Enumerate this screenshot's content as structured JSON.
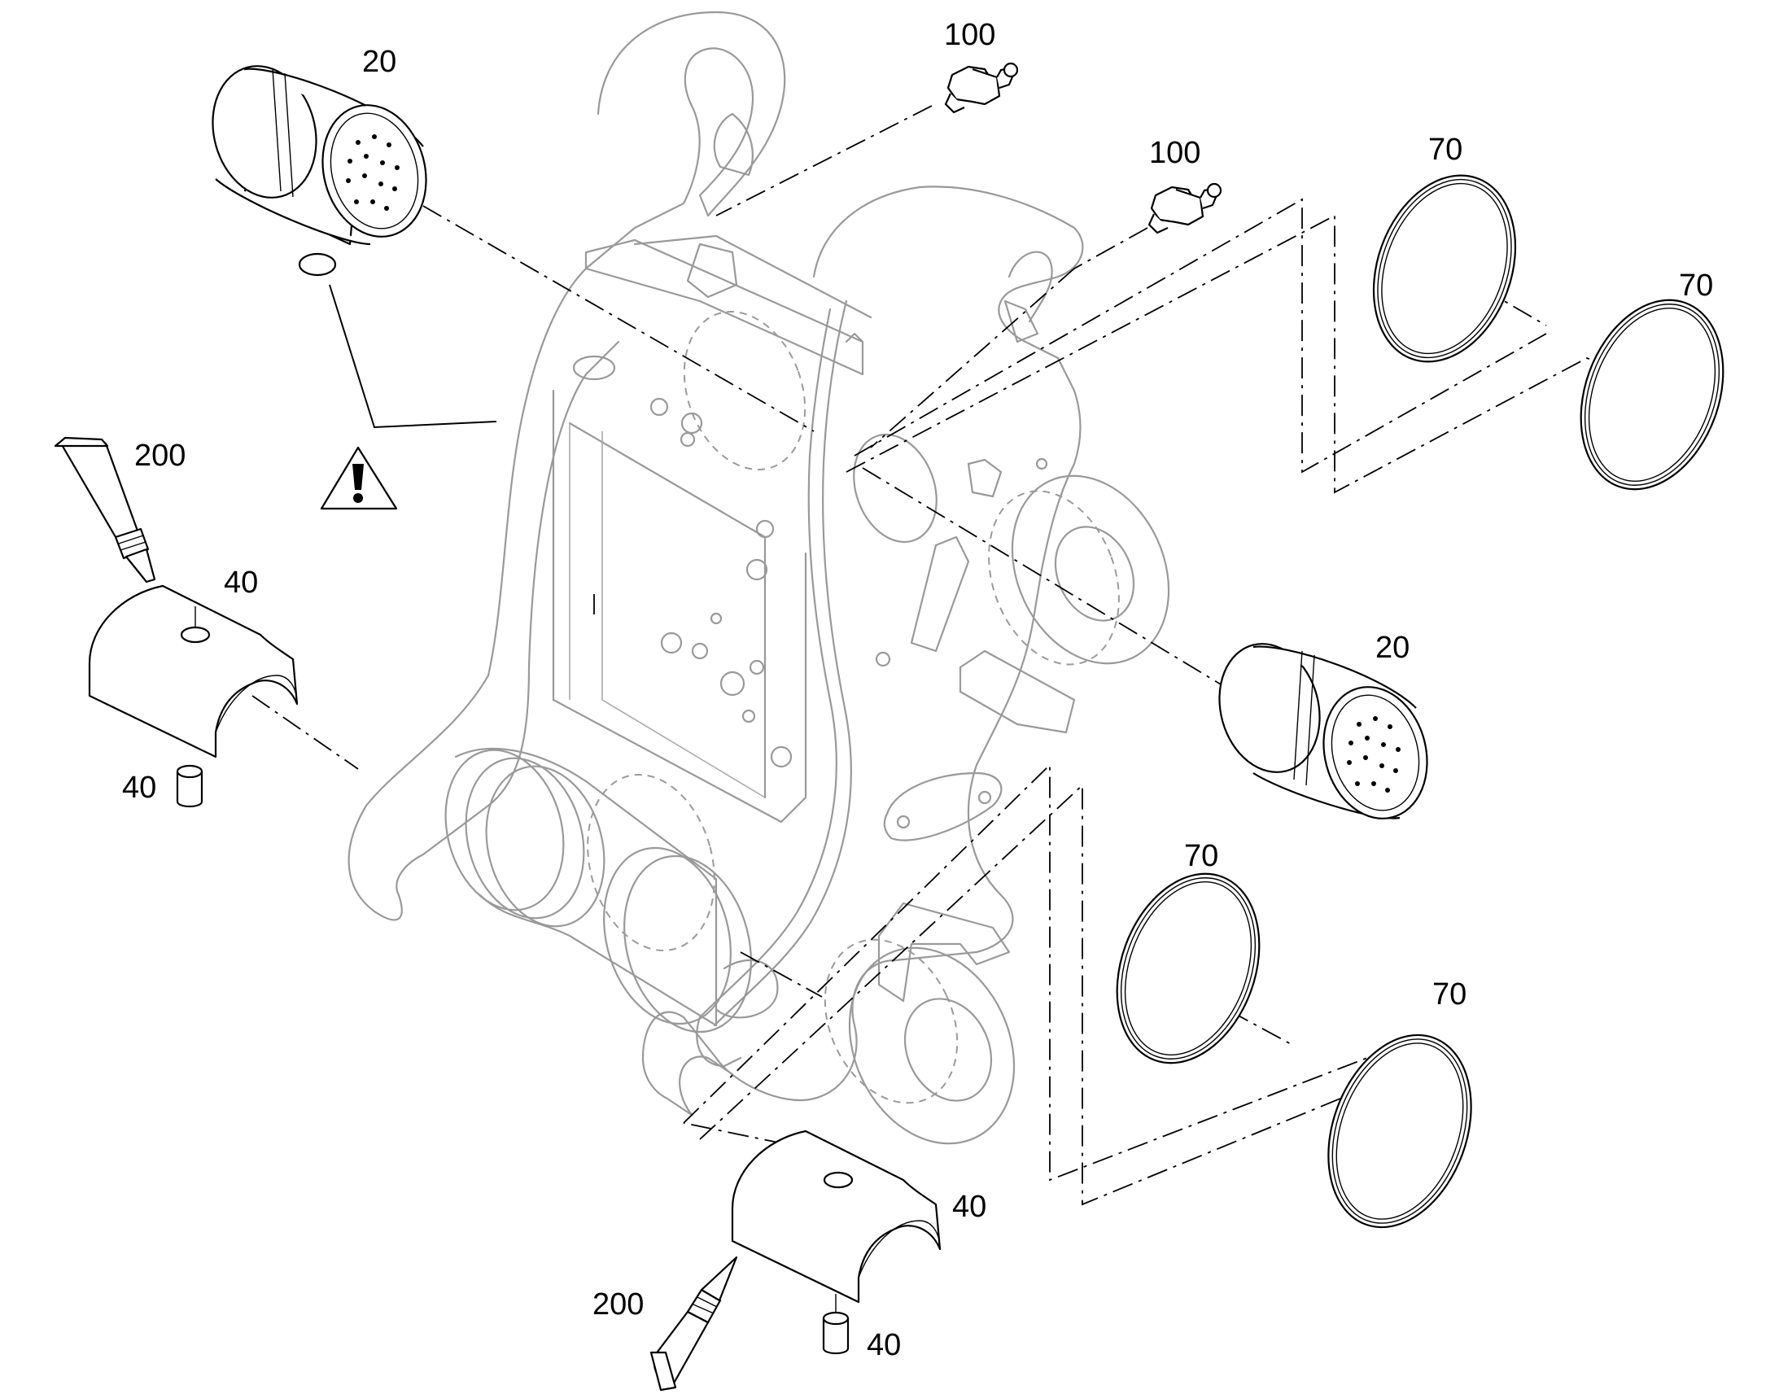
{
  "callouts": {
    "grease_nipple_top": "100",
    "grease_nipple_mid": "100",
    "bushing_top_left": "20",
    "bushing_right": "20",
    "shim_ring_top": "70",
    "shim_ring_top_outer": "70",
    "shim_ring_bottom": "70",
    "shim_ring_bottom_outer": "70",
    "adhesive_tube_top": "200",
    "adhesive_tube_bottom": "200",
    "half_sleeve_top": "40",
    "pin_top": "40",
    "half_sleeve_bottom": "40",
    "pin_bottom": "40"
  },
  "warning": {
    "icon": "warning-triangle-icon",
    "symbol": "!"
  },
  "colors": {
    "parts": "#000000",
    "frame": "#999999",
    "background": "#ffffff"
  }
}
